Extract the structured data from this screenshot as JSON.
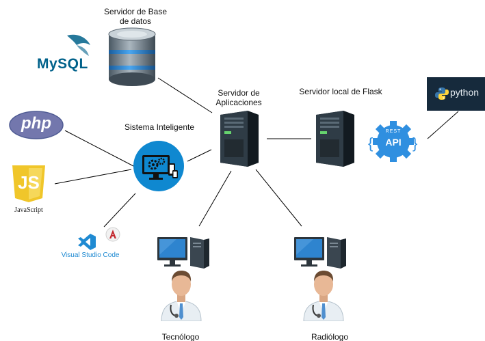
{
  "colors": {
    "line": "#000000",
    "server_dark": "#1f2a33",
    "db_steel": "#6e7e8a",
    "db_blue": "#2a78c8",
    "mysql_blue": "#00618a",
    "mysql_orange": "#e48e00",
    "php_purple": "#7377ad",
    "js_yellow": "#f0c62a",
    "vscode_blue": "#1f8ad2",
    "brain_blue": "#0f88d0",
    "api_blue": "#2f8fe0",
    "python_bg": "#162a3c",
    "python_blue": "#3776ab",
    "python_yellow": "#ffd43b",
    "doctor_coat": "#e8eef3",
    "doctor_tie": "#4f8fcf"
  },
  "labels": {
    "db_server": "Servidor de Base\nde datos",
    "app_server": "Servidor de\nAplicaciones",
    "flask_server": "Servidor local de Flask",
    "intelligent_system": "Sistema Inteligente",
    "technologist": "Tecnólogo",
    "radiologist": "Radiólogo"
  },
  "logos": {
    "mysql": "MySQL",
    "php": "php",
    "javascript": "JavaScript",
    "js_badge": "JS",
    "vscode": "Visual Studio Code",
    "api_top": "REST",
    "api_main": "API",
    "python": "python"
  },
  "icons": {
    "db": "database-icon",
    "app_server": "server-tower-icon",
    "flask_server": "server-tower-icon",
    "system": "gears-monitor-icon",
    "api": "rest-api-gear-icon",
    "technologist_pc": "desktop-computer-icon",
    "radiologist_pc": "desktop-computer-icon",
    "technologist": "doctor-avatar-icon",
    "radiologist": "doctor-avatar-icon"
  }
}
